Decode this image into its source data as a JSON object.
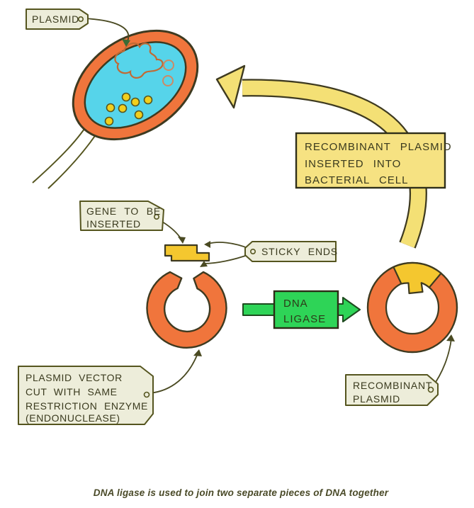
{
  "tags": {
    "plasmid": {
      "line1": "PLASMID"
    },
    "gene_to_be_inserted": {
      "line1": "GENE TO BE",
      "line2": "INSERTED"
    },
    "sticky_ends": {
      "line1": "STICKY ENDS"
    },
    "plasmid_vector": {
      "line1": "PLASMID VECTOR",
      "line2": "CUT WITH SAME",
      "line3": "RESTRICTION ENZYME",
      "line4": "(ENDONUCLEASE)"
    },
    "recombinant_plasmid": {
      "line1": "RECOMBINANT",
      "line2": "PLASMID"
    }
  },
  "labels": {
    "dna_ligase": {
      "line1": "DNA",
      "line2": "LIGASE"
    },
    "recombinant_inserted": {
      "line1": "RECOMBINANT PLASMID",
      "line2": "INSERTED INTO",
      "line3": "BACTERIAL CELL"
    }
  },
  "caption": "DNA ligase is used to join two separate pieces of DNA together",
  "colors": {
    "orange": "#f0753c",
    "cyan": "#56d4ea",
    "gene_yellow": "#f4c72f",
    "arrow_yellow": "#f4e075",
    "label_yellow": "#f6e282",
    "green": "#2ed457",
    "tag_bg": "#ededda",
    "outline": "#3e3a20",
    "ink": "#3a3a1e"
  }
}
